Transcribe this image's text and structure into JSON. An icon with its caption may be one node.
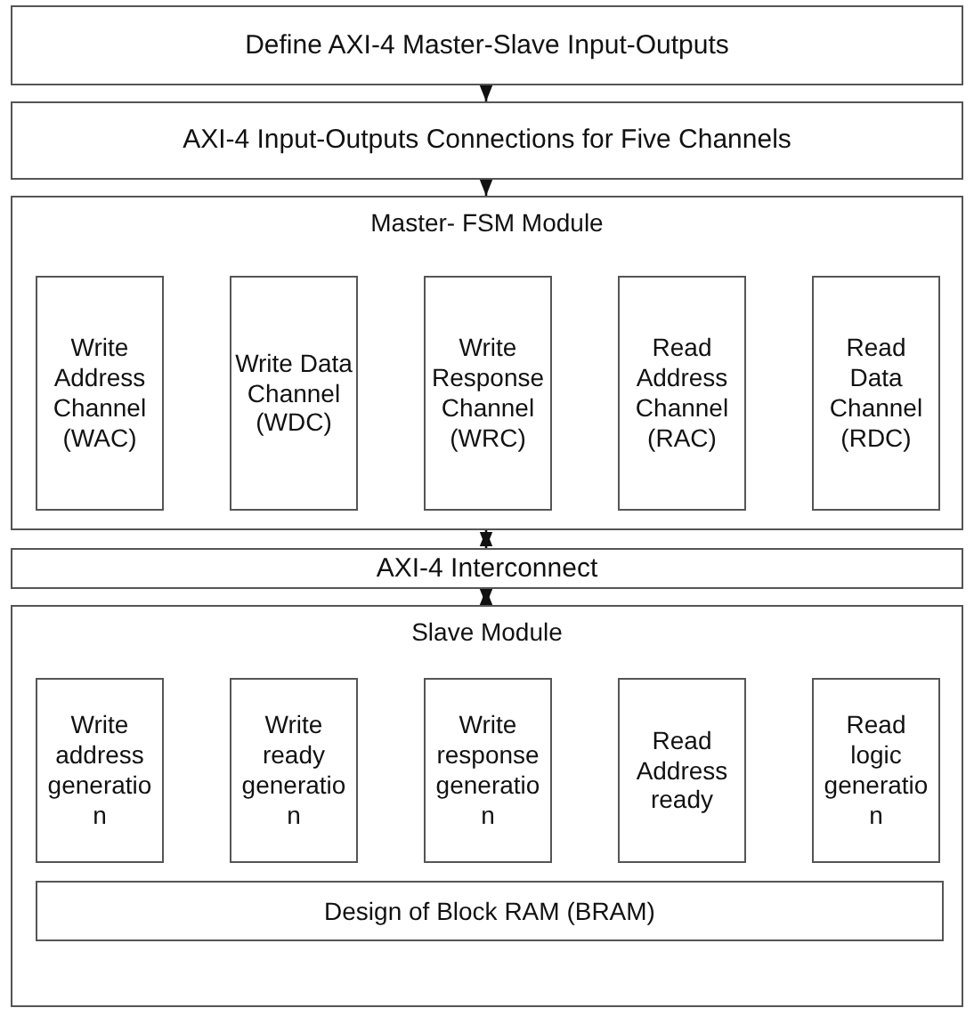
{
  "diagram": {
    "nodes": [
      {
        "text": [
          "Define AXI-4 Master-Slave Input-Outputs"
        ]
      },
      {
        "text": [
          "AXI-4 Input-Outputs Connections for Five Channels"
        ]
      },
      {
        "text": [
          "Master- FSM Module"
        ]
      },
      {
        "text": [
          "Write Address Channel (WAC)"
        ],
        "in": 2
      },
      {
        "text": [
          "Write Data Channel (WDC)"
        ],
        "in": 2
      },
      {
        "text": [
          "Write Response Channel (WRC)"
        ],
        "in": 2
      },
      {
        "text": [
          "Read Address Channel (RAC)"
        ],
        "in": 2
      },
      {
        "text": [
          "Read Data Channel (RDC)"
        ],
        "in": 2
      },
      {
        "text": [
          "AXI-4 Interconnect"
        ]
      },
      {
        "text": [
          "Slave Module"
        ]
      },
      {
        "text": [
          "Write address generation"
        ],
        "in": 9
      },
      {
        "text": [
          "Write ready generation"
        ],
        "in": 9
      },
      {
        "text": [
          "Write response generation"
        ],
        "in": 9
      },
      {
        "text": [
          "Read Address ready"
        ],
        "in": 9
      },
      {
        "text": [
          "Read logic generation"
        ],
        "in": 9
      },
      {
        "text": [
          "Design of Block RAM (BRAM)"
        ],
        "in": 9
      }
    ],
    "edges": [
      {
        "from": 0,
        "to": 1,
        "arrow": "to"
      },
      {
        "from": 1,
        "to": 2,
        "arrow": "to"
      },
      {
        "from": 2,
        "to": 8,
        "arrow": "both"
      },
      {
        "from": 8,
        "to": 9,
        "arrow": "both"
      }
    ]
  }
}
